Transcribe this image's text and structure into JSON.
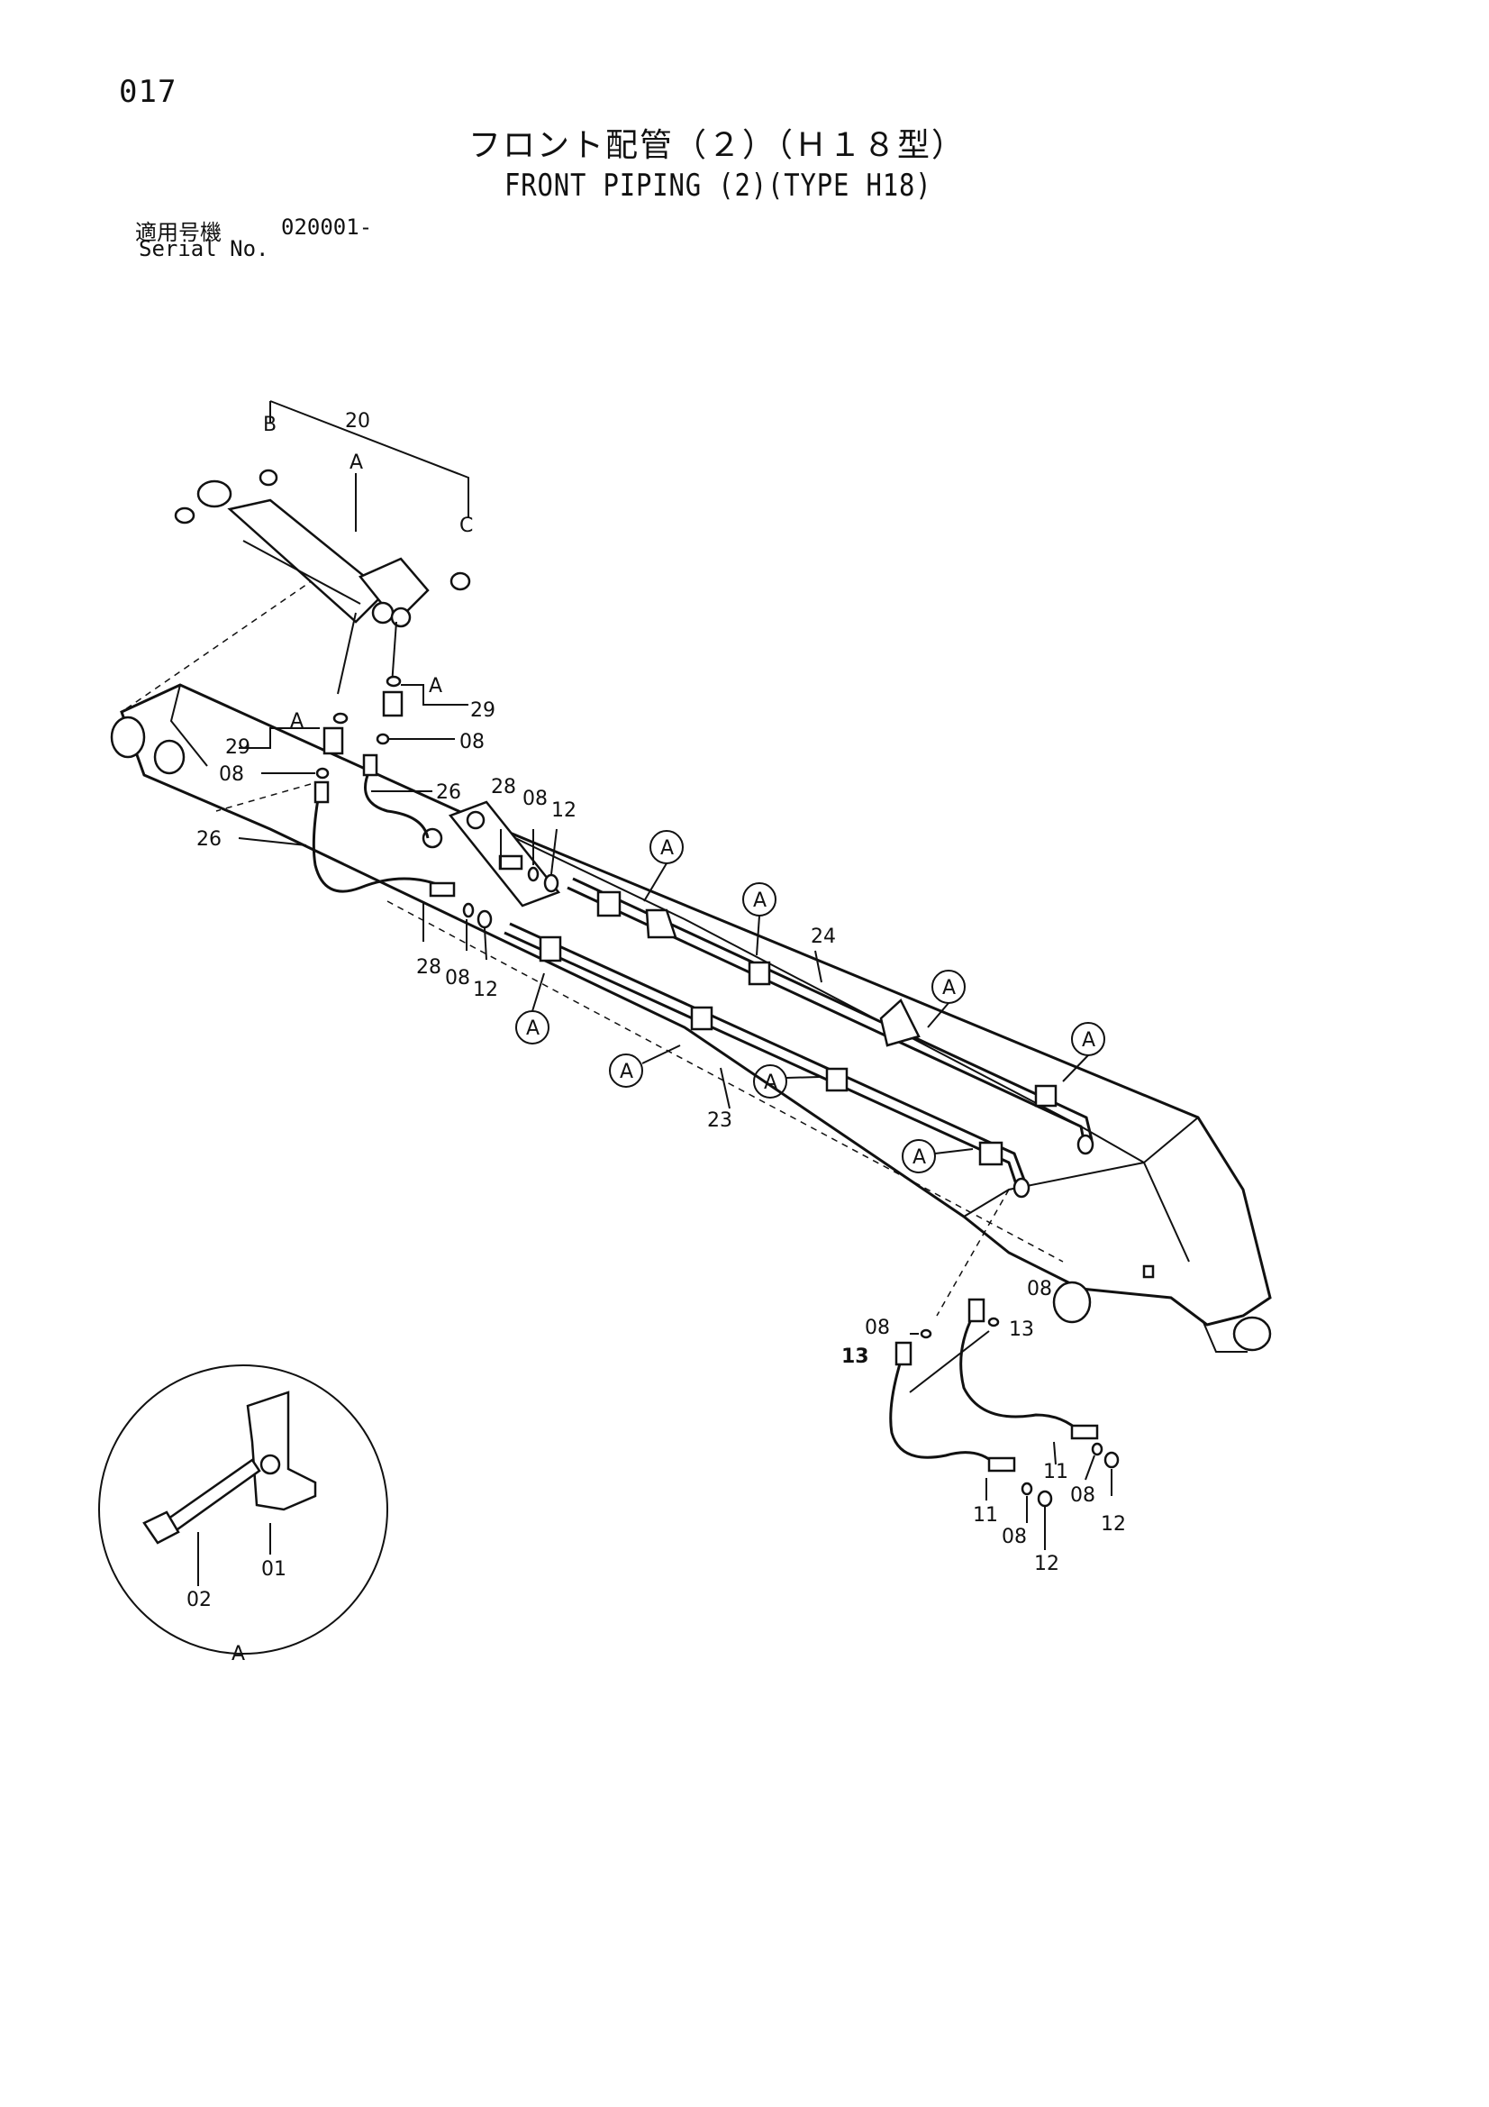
{
  "page_number": "017",
  "title_jp": "フロント配管（２）（Ｈ１８型）",
  "title_en": "FRONT PIPING (2)(TYPE H18)",
  "serial_label_jp": "適用号機",
  "serial_value": "020001-",
  "serial_label_en": "Serial No.",
  "callouts": {
    "c20": "20",
    "cB": "B",
    "cA_top": "A",
    "cC": "C",
    "c29a": "29",
    "c29b": "29",
    "cA1": "A",
    "cA2": "A",
    "c08a": "08",
    "c08b": "08",
    "c26a": "26",
    "c26b": "26",
    "c28a": "28",
    "c08c": "08",
    "c12a": "12",
    "c28b": "28",
    "c08d": "08",
    "c12b": "12",
    "c24": "24",
    "c23": "23",
    "c08e": "08",
    "c08f": "08",
    "c13a": "13",
    "c13b": "13",
    "c11a": "11",
    "c08g": "08",
    "c12c": "12",
    "c11b": "11",
    "c08h": "08",
    "c12d": "12",
    "c02": "02",
    "c01": "01",
    "cDetailA": "A"
  },
  "circled_ref": "A"
}
